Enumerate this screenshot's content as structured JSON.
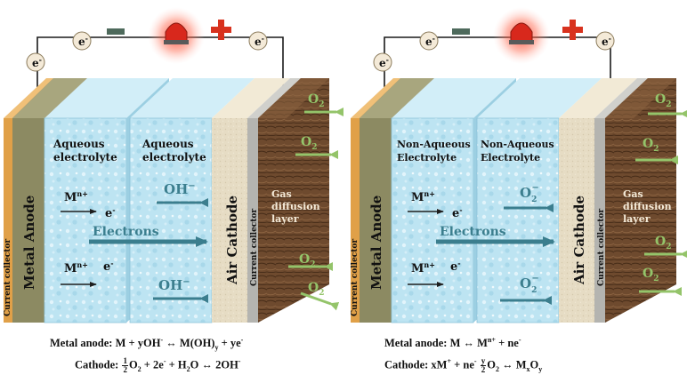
{
  "left_cell": {
    "electron_label": "e",
    "electron_sup": "-",
    "minus": "−",
    "plus": "+",
    "current_collector": "Current collector",
    "anode": "Metal Anode",
    "electrolyte1": [
      "Aqueous",
      "electrolyte"
    ],
    "electrolyte2": [
      "Aqueous",
      "electrolyte"
    ],
    "ion": "M",
    "ion_sup": "n+",
    "electrons": "Electrons",
    "anion": "OH",
    "anion_sup": "−",
    "cathode": "Air Cathode",
    "cathode_collector": "Current collector",
    "gdl": [
      "Gas",
      "diffusion",
      "layer"
    ],
    "o2": "O",
    "o2_sub": "2",
    "eq1": "Metal anode: M + yOH- ↔ M(OH)y + ye-",
    "eq2": "Cathode: 1/2 O2 + 2e- + H2O ↔ 2OH-"
  },
  "right_cell": {
    "electron_label": "e",
    "electron_sup": "-",
    "minus": "−",
    "plus": "+",
    "current_collector": "Current collector",
    "anode": "Metal Anode",
    "electrolyte1": [
      "Non-Aqueous",
      "Electrolyte"
    ],
    "electrolyte2": [
      "Non-Aqueous",
      "Electrolyte"
    ],
    "ion": "M",
    "ion_sup": "n+",
    "electrons": "Electrons",
    "anion": "O",
    "anion_sub": "2",
    "anion_sup": "−",
    "cathode": "Air Cathode",
    "cathode_collector": "Current collector",
    "gdl": [
      "Gas",
      "diffusion",
      "layer"
    ],
    "o2": "O",
    "o2_sub": "2",
    "eq1": "Metal anode: M ↔ Mn+ + ne-",
    "eq2": "Cathode: xM+ + ne- y/2 O2 ↔ MxOy"
  },
  "colors": {
    "collector": "#E0A048",
    "anode": "#8C8A62",
    "electrolyte": "#BDE4F2",
    "cathode": "#E6DCC4",
    "cathode_collector": "#B4B4B0",
    "gdl": "#6E4A2E",
    "arrow_dark": "#1E1E1E",
    "arrow_teal": "#3B7E8E",
    "arrow_o2": "#94C46A",
    "led": "#E3281C",
    "minus": "#4E6A5C",
    "plus": "#D8321E"
  }
}
